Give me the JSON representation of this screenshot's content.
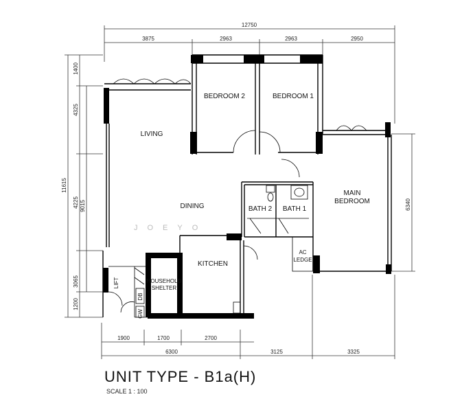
{
  "title": "UNIT TYPE - B1a(H)",
  "scale": "SCALE 1 : 100",
  "watermark": "JOEYO",
  "dimensions": {
    "top_total": "12750",
    "top": [
      "3875",
      "2963",
      "2963",
      "2950"
    ],
    "bottom": [
      "1900",
      "1700",
      "2700"
    ],
    "bottom_total": [
      "6300",
      "3125",
      "3325"
    ],
    "left_total": "11615",
    "left_a": [
      "1400",
      "4325",
      "4225"
    ],
    "left_b": "9015",
    "left_c": [
      "3065",
      "1200"
    ],
    "right": "6340"
  },
  "rooms": {
    "bedroom2": "BEDROOM 2",
    "bedroom1": "BEDROOM 1",
    "living": "LIVING",
    "dining": "DINING",
    "main_bedroom_1": "MAIN",
    "main_bedroom_2": "BEDROOM",
    "bath2": "BATH 2",
    "bath1": "BATH 1",
    "kitchen": "KITCHEN",
    "ac_ledge_1": "AC",
    "ac_ledge_2": "LEDGE",
    "household_shelter_1": "HOUSEHOLD",
    "household_shelter_2": "SHELTER",
    "lift": "LIFT",
    "db": "DB",
    "gw": "GW"
  }
}
